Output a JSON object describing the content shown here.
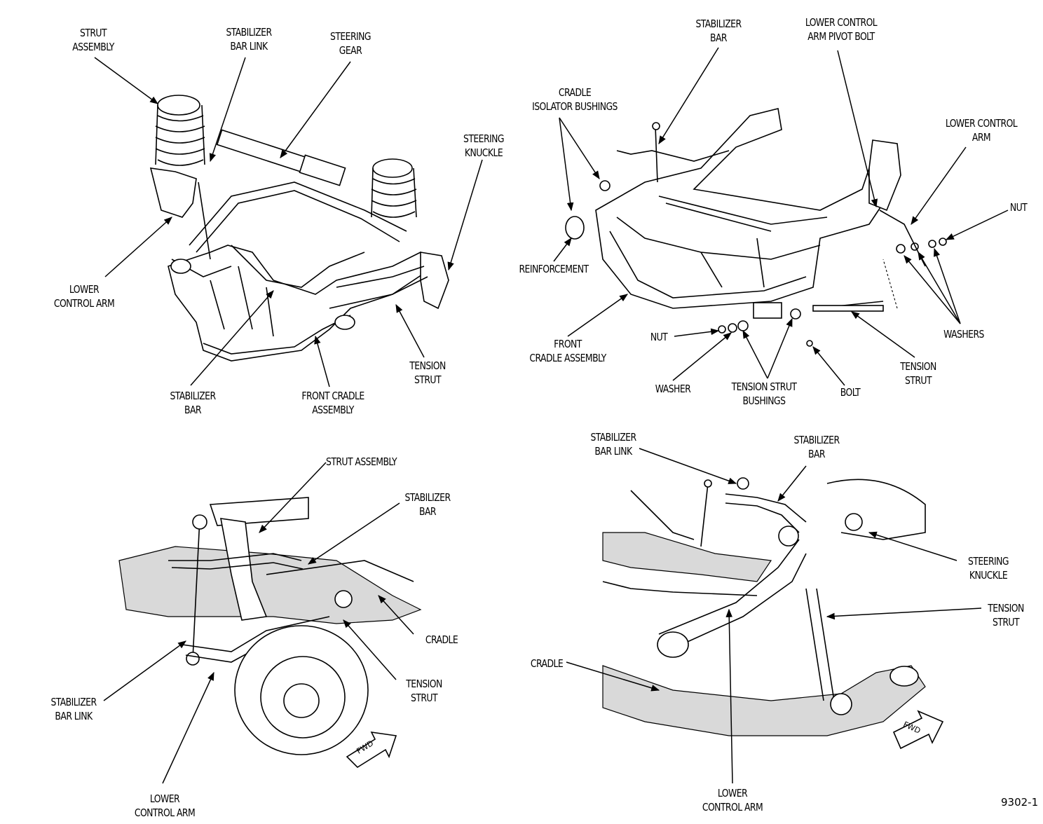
{
  "figure_number": "9302-1",
  "fwd_label": "FWD",
  "panels": {
    "top_left": {
      "labels": {
        "strut_assembly": "STRUT\nASSEMBLY",
        "stabilizer_bar_link": "STABILIZER\nBAR LINK",
        "steering_gear": "STEERING\nGEAR",
        "steering_knuckle": "STEERING\nKNUCKLE",
        "lower_control_arm": "LOWER\nCONTROL ARM",
        "tension_strut": "TENSION\nSTRUT",
        "stabilizer_bar": "STABILIZER\nBAR",
        "front_cradle_assembly": "FRONT CRADLE\nASSEMBLY"
      }
    },
    "top_right": {
      "labels": {
        "stabilizer_bar": "STABILIZER\nBAR",
        "lower_control_arm_pivot_bolt": "LOWER CONTROL\nARM PIVOT BOLT",
        "cradle_isolator_bushings": "CRADLE\nISOLATOR BUSHINGS",
        "lower_control_arm": "LOWER CONTROL\nARM",
        "nut_right": "NUT",
        "reinforcement": "REINFORCEMENT",
        "front_cradle_assembly": "FRONT\nCRADLE ASSEMBLY",
        "washers": "WASHERS",
        "nut_left": "NUT",
        "tension_strut": "TENSION\nSTRUT",
        "washer": "WASHER",
        "tension_strut_bushings": "TENSION STRUT\nBUSHINGS",
        "bolt": "BOLT"
      }
    },
    "bottom_left": {
      "labels": {
        "strut_assembly": "STRUT ASSEMBLY",
        "stabilizer_bar": "STABILIZER\nBAR",
        "cradle": "CRADLE",
        "tension_strut": "TENSION\nSTRUT",
        "stabilizer_bar_link": "STABILIZER\nBAR LINK",
        "lower_control_arm": "LOWER\nCONTROL ARM"
      }
    },
    "bottom_right": {
      "labels": {
        "stabilizer_bar_link": "STABILIZER\nBAR LINK",
        "stabilizer_bar": "STABILIZER\nBAR",
        "steering_knuckle": "STEERING\nKNUCKLE",
        "tension_strut": "TENSION\nSTRUT",
        "cradle": "CRADLE",
        "lower_control_arm": "LOWER\nCONTROL ARM"
      }
    }
  }
}
